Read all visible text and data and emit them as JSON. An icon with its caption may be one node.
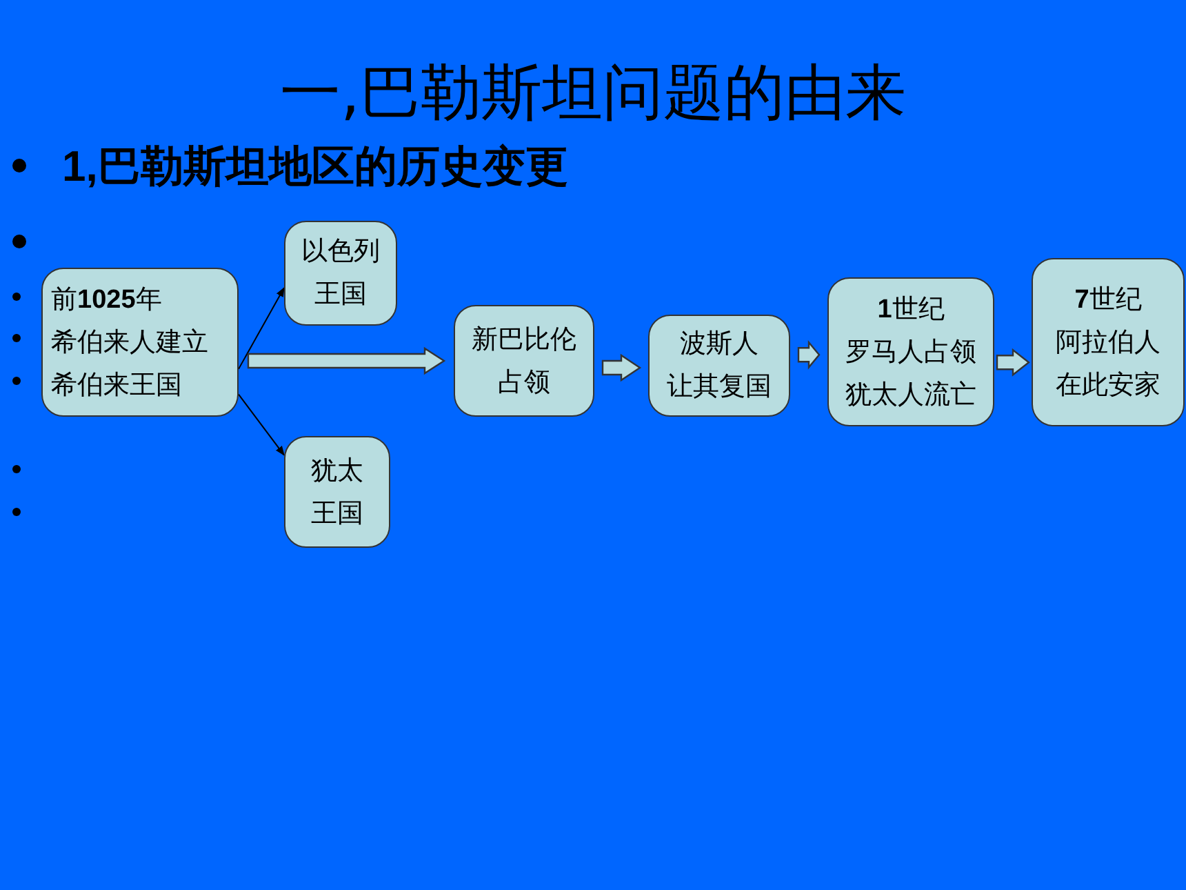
{
  "diagram": {
    "title": "一,巴勒斯坦问题的由来",
    "nodes": [
      {
        "text": [
          "前**1025**年",
          "希伯来人建立",
          "希伯来王国"
        ]
      },
      {
        "text": [
          "以色列",
          "王国"
        ]
      },
      {
        "text": [
          "犹太",
          "王国"
        ]
      },
      {
        "text": [
          "新巴比伦",
          "占领"
        ]
      },
      {
        "text": [
          "波斯人",
          "让其复国"
        ]
      },
      {
        "text": [
          "**1**世纪",
          "罗马人占领",
          "犹太人流亡"
        ]
      },
      {
        "text": [
          "**7**世纪",
          "阿拉伯人",
          "在此安家"
        ]
      }
    ],
    "edges": [
      {
        "from": 0,
        "to": 1,
        "arrow": "to"
      },
      {
        "from": 0,
        "to": 2,
        "arrow": "to"
      },
      {
        "from": 0,
        "to": 3,
        "arrow": "to",
        "style": "thick"
      },
      {
        "from": 3,
        "to": 4,
        "arrow": "to",
        "style": "thick"
      },
      {
        "from": 4,
        "to": 5,
        "arrow": "to",
        "style": "thick"
      },
      {
        "from": 5,
        "to": 6,
        "arrow": "to",
        "style": "thick"
      }
    ],
    "labels": [
      "1,巴勒斯坦地区的历史变更"
    ]
  }
}
